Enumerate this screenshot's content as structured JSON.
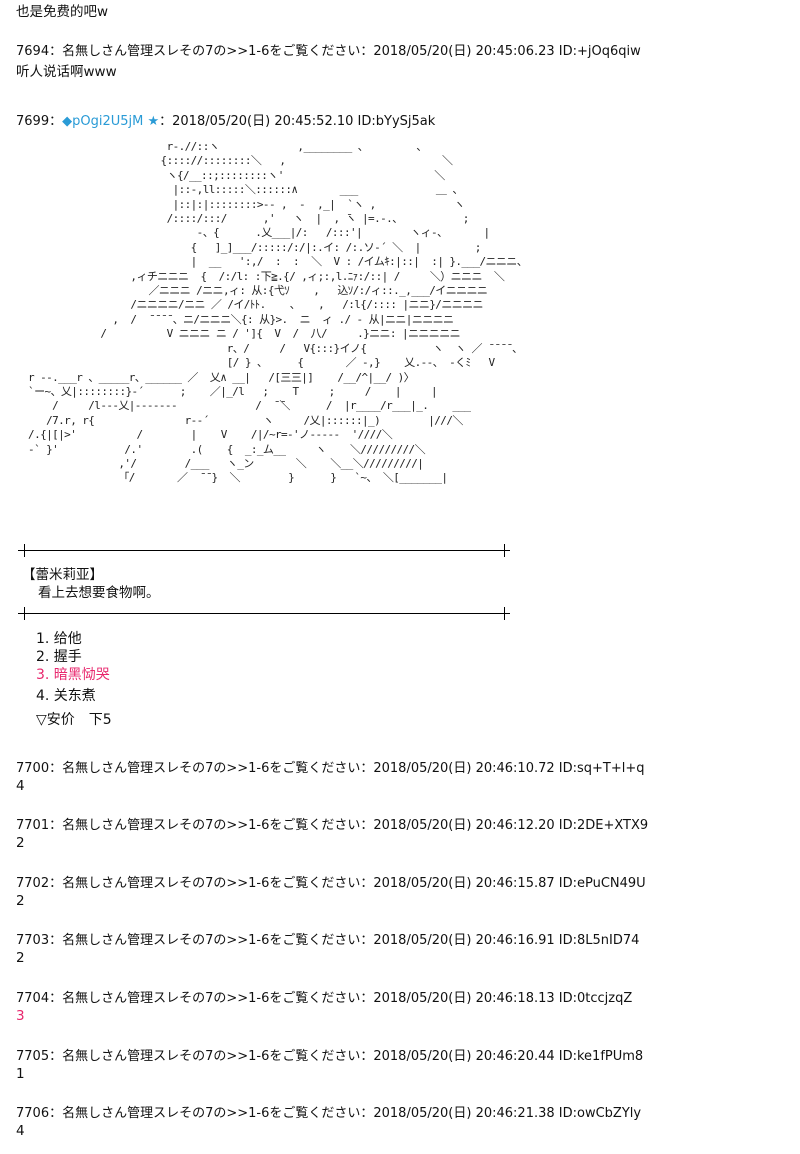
{
  "top_text": "也是免费的吧w",
  "post_7694": {
    "header": "7694：名無しさん管理スレその7の>>1-6をご覧ください：2018/05/20(日) 20:45:06.23 ID:+jOq6qiw",
    "body": "听人说话啊www"
  },
  "post_7699": {
    "number": "7699：",
    "trip": "◆pOgi2U5jM ★",
    "datetime": "：2018/05/20(日) 20:45:52.10 ID:bYySj5ak",
    "ascii_art": "                         r-.//::ヽ             ,________ 、        、\n                        {:::://::::::::＼   ,                          ＼\n                         ヽ{/__::;::::::::ヽ'                         ＼\n                          |::-,ll:::::＼::::::∧       ___             ＿ 、\n                          |::|:|::::::::>-- ,  -  ,_|  `ヽ ,             ヽ\n                         /::::/:::/      ,'   ヽ  |  , ̄ヽ |=.-.、          ;\n                              -、{      .乂___|/:   /:::'|        ヽィ-、      |\n                             {   ]_]___/:::::/:/|:.イ: /:.ソ-´ ＼  |         ;\n                             |  __   ':,/  :  :  ＼  V : /イムｷ:|::|  :| }.___/ニニニ、\n                   ,ィチニニニ  {  /:/l: :下≧.{/ ,ィ;:,l.ﾆｧ:/::| /     ＼）ニニニ  ＼\n                      ／ニニニ /ニニ,ィ: 从:{弋ｿ    ,   込ｿ/:/ィ::._,___/イニニニニ\n                   /ニニニニ/ニニ ／ /イ/ﾄﾄ.    、   ,   /:l{/:::: |ニニ}/ニニニニ\n                ,  /  ̄ ̄ ̄ ̄ 、ニ/ニニニ＼{: 从}>.  ニ  ィ ./ - 从|ニニ|ニニニニ\n              /          V ニニニ ニ / ']{  V  /  八/     .}ニニ: |ニニニニニ\n                                   r、/     /   V{:::}イノ{           ヽ  ヽ ／ ̄ ̄ ̄ ̄ 、\n                                   [/ } 、     {       ／ -,}    乂.--、 -くﾐ   V\n  r ‐-.___r 、_____r、______ ／  乂∧ __|   /[三三|]    /__/^|__/ )〉\n  `ー~、乂|::::::::}‐´      ;    ／|_/l   ;    T     ;     /    |     |\n      /     /l---乂|-------             /  ̄ ̄＼      /  |r____/r___|_.    ___\n     /7.r, r{               r-‐´         ヽ     /乂|::::::|_)        |///＼\n  /.{|[|>'          /        |    V    /|/~r=-'ノ-----  '////＼\n  ‐` }'           /.'        .(    {  _:_ム__     ヽ    ＼/////////＼\n                 ,'/        /___   ヽ_ン       ＼    ＼__＼/////////|\n                 「/       ／  ̄ ̄ }  ＼        }      }   `~、 ＼[_______|"
  },
  "caption": {
    "name": "【蕾米莉亚】",
    "line": "看上去想要食物啊。"
  },
  "choices": [
    "1. 给他",
    "2. 握手",
    "3. 暗黑恸哭",
    "4. 关东煮"
  ],
  "vote_note": "▽安价　下5",
  "replies": [
    {
      "header": "7700：名無しさん管理スレその7の>>1-6をご覧ください：2018/05/20(日) 20:46:10.72 ID:sq+T+l+q",
      "body": "4"
    },
    {
      "header": "7701：名無しさん管理スレその7の>>1-6をご覧ください：2018/05/20(日) 20:46:12.20 ID:2DE+XTX9",
      "body": "2"
    },
    {
      "header": "7702：名無しさん管理スレその7の>>1-6をご覧ください：2018/05/20(日) 20:46:15.87 ID:ePuCN49U",
      "body": "2"
    },
    {
      "header": "7703：名無しさん管理スレその7の>>1-6をご覧ください：2018/05/20(日) 20:46:16.91 ID:8L5nID74",
      "body": "2"
    },
    {
      "header": "7704：名無しさん管理スレその7の>>1-6をご覧ください：2018/05/20(日) 20:46:18.13 ID:0tccjzqZ",
      "body": "3"
    },
    {
      "header": "7705：名無しさん管理スレその7の>>1-6をご覧ください：2018/05/20(日) 20:46:20.44 ID:ke1fPUm8",
      "body": "1"
    },
    {
      "header": "7706：名無しさん管理スレその7の>>1-6をご覧ください：2018/05/20(日) 20:46:21.38 ID:owCbZYly",
      "body": "4"
    }
  ],
  "colors": {
    "trip": "#2a9bd6",
    "highlight": "#e8276d"
  }
}
